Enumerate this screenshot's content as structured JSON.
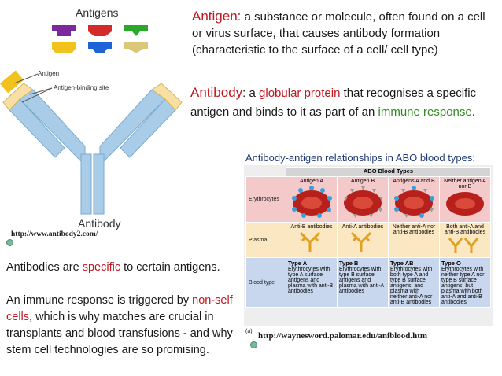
{
  "antigen_panel": {
    "title": "Antigens",
    "colors": [
      "#7a2a9e",
      "#d42a2a",
      "#2aa82a",
      "#f2c21c",
      "#1f63d8",
      "#d8c878"
    ]
  },
  "antibody_figure": {
    "label_antigen": "Antigen",
    "label_binding_site": "Antigen-binding site",
    "caption": "Antibody",
    "url": "http://www.antibody2.com/"
  },
  "definition_antigen": {
    "term": "Antigen:",
    "text": "a substance or molecule, often found on a cell or virus surface, that causes antibody formation (characteristic to the surface of a cell/ cell type)"
  },
  "definition_antibody": {
    "term": "Antibody",
    "part1": ": a ",
    "highlight1": "globular protein",
    "part2": " that recognises a specific antigen and binds to it as part of an ",
    "highlight2": "immune response",
    "part3": "."
  },
  "abo": {
    "title": "Antibody-antigen relationships in ABO blood types:",
    "table_title": "ABO Blood Types",
    "columns": [
      "Antigen A",
      "Antigen B",
      "Antigens A and B",
      "Neither antigen A nor B"
    ],
    "rows": [
      "Erythrocytes",
      "Plasma",
      "Blood type"
    ],
    "plasma": [
      "Anti-B antibodies",
      "Anti-A antibodies",
      "Neither anti-A nor anti-B antibodies",
      "Both anti-A and anti-B antibodies"
    ],
    "types": [
      {
        "name": "Type A",
        "desc": "Erythrocytes with type A surface antigens and plasma with anti-B antibodies"
      },
      {
        "name": "Type B",
        "desc": "Erythrocytes with type B surface antigens and plasma with anti-A antibodies"
      },
      {
        "name": "Type AB",
        "desc": "Erythrocytes with both type A and type B surface antigens, and plasma with neither anti-A nor anti-B antibodies"
      },
      {
        "name": "Type O",
        "desc": "Erythrocytes with neither type A nor type B surface antigens, but plasma with both anti-A and anti-B antibodies"
      }
    ],
    "panel_label": "(a)",
    "url": "http://waynesword.palomar.edu/aniblood.htm"
  },
  "body_text": {
    "p1_a": "Antibodies are ",
    "p1_highlight": "specific",
    "p1_b": " to certain antigens.",
    "p2_a": "An immune response is triggered by ",
    "p2_highlight": "non-self cells",
    "p2_b": ", which is why matches are crucial in transplants and blood transfusions - and why stem cell technologies are so promising."
  }
}
